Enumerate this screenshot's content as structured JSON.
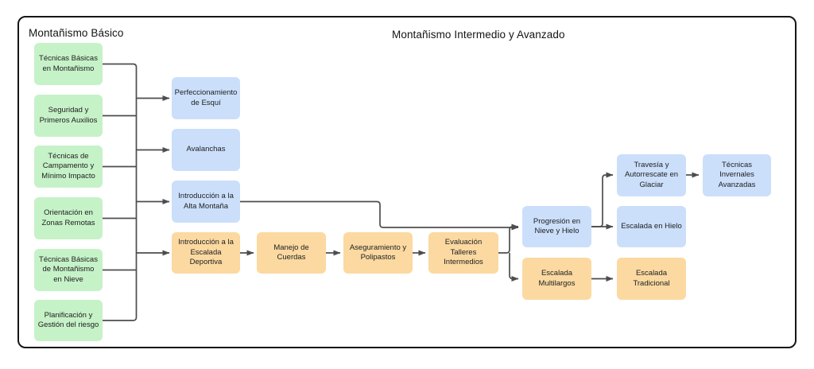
{
  "diagram": {
    "title_basic": "Montañismo Básico",
    "title_advanced": "Montañismo Intermedio y Avanzado"
  },
  "colors": {
    "basic_node": "#c6f2c8",
    "intermediate_node": "#cbdffb",
    "climbing_node": "#fbd9a1",
    "connector": "#4d4d4d",
    "frame_border": "#161616"
  },
  "nodes": {
    "tecnicas_basicas_montanismo": {
      "label": "Técnicas Básicas\nen Montañismo",
      "group": "basico"
    },
    "seguridad_primeros_auxilios": {
      "label": "Seguridad y\nPrimeros Auxilios",
      "group": "basico"
    },
    "tecnicas_campamento": {
      "label": "Técnicas de\nCampamento y\nMínimo Impacto",
      "group": "basico"
    },
    "orientacion_zonas_remotas": {
      "label": "Orientación en\nZonas Remotas",
      "group": "basico"
    },
    "tecnicas_basicas_nieve": {
      "label": "Técnicas Básicas\nde Montañismo\nen Nieve",
      "group": "basico"
    },
    "planificacion_gestion_riesgo": {
      "label": "Planificación y\nGestión del riesgo",
      "group": "basico"
    },
    "perfeccionamiento_esqui": {
      "label": "Perfeccionamiento\nde Esquí",
      "group": "intermedio"
    },
    "avalanchas": {
      "label": "Avalanchas",
      "group": "intermedio"
    },
    "introduccion_alta_montana": {
      "label": "Introducción a la\nAlta Montaña",
      "group": "intermedio"
    },
    "introduccion_escalada_deportiva": {
      "label": "Introducción a la\nEscalada\nDeportiva",
      "group": "escalada"
    },
    "manejo_cuerdas": {
      "label": "Manejo de\nCuerdas",
      "group": "escalada"
    },
    "aseguramiento_polipastos": {
      "label": "Aseguramiento y\nPolipastos",
      "group": "escalada"
    },
    "evaluacion_talleres": {
      "label": "Evaluación\nTalleres\nIntermedios",
      "group": "escalada"
    },
    "progresion_nieve_hielo": {
      "label": "Progresión en\nNieve y Hielo",
      "group": "intermedio"
    },
    "escalada_multilargos": {
      "label": "Escalada\nMultilargos",
      "group": "escalada"
    },
    "travesia_autorrescate_glaciar": {
      "label": "Travesía y\nAutorrescate en\nGlaciar",
      "group": "intermedio"
    },
    "escalada_en_hielo": {
      "label": "Escalada en Hielo",
      "group": "intermedio"
    },
    "escalada_tradicional": {
      "label": "Escalada\nTradicional",
      "group": "escalada"
    },
    "tecnicas_invernales_avanzadas": {
      "label": "Técnicas\nInvernales\nAvanzadas",
      "group": "intermedio"
    }
  },
  "edges": [
    {
      "from": "tecnicas_basicas_montanismo",
      "to": "junction_basico"
    },
    {
      "from": "seguridad_primeros_auxilios",
      "to": "junction_basico"
    },
    {
      "from": "tecnicas_campamento",
      "to": "junction_basico"
    },
    {
      "from": "orientacion_zonas_remotas",
      "to": "junction_basico"
    },
    {
      "from": "tecnicas_basicas_nieve",
      "to": "junction_basico"
    },
    {
      "from": "planificacion_gestion_riesgo",
      "to": "junction_basico"
    },
    {
      "from": "junction_basico",
      "to": "perfeccionamiento_esqui"
    },
    {
      "from": "junction_basico",
      "to": "avalanchas"
    },
    {
      "from": "junction_basico",
      "to": "introduccion_alta_montana"
    },
    {
      "from": "junction_basico",
      "to": "introduccion_escalada_deportiva"
    },
    {
      "from": "introduccion_escalada_deportiva",
      "to": "manejo_cuerdas"
    },
    {
      "from": "manejo_cuerdas",
      "to": "aseguramiento_polipastos"
    },
    {
      "from": "aseguramiento_polipastos",
      "to": "evaluacion_talleres"
    },
    {
      "from": "introduccion_alta_montana",
      "to": "progresion_nieve_hielo"
    },
    {
      "from": "evaluacion_talleres",
      "to": "progresion_nieve_hielo"
    },
    {
      "from": "evaluacion_talleres",
      "to": "escalada_multilargos"
    },
    {
      "from": "progresion_nieve_hielo",
      "to": "travesia_autorrescate_glaciar"
    },
    {
      "from": "progresion_nieve_hielo",
      "to": "escalada_en_hielo"
    },
    {
      "from": "travesia_autorrescate_glaciar",
      "to": "tecnicas_invernales_avanzadas"
    },
    {
      "from": "escalada_multilargos",
      "to": "escalada_tradicional"
    }
  ]
}
